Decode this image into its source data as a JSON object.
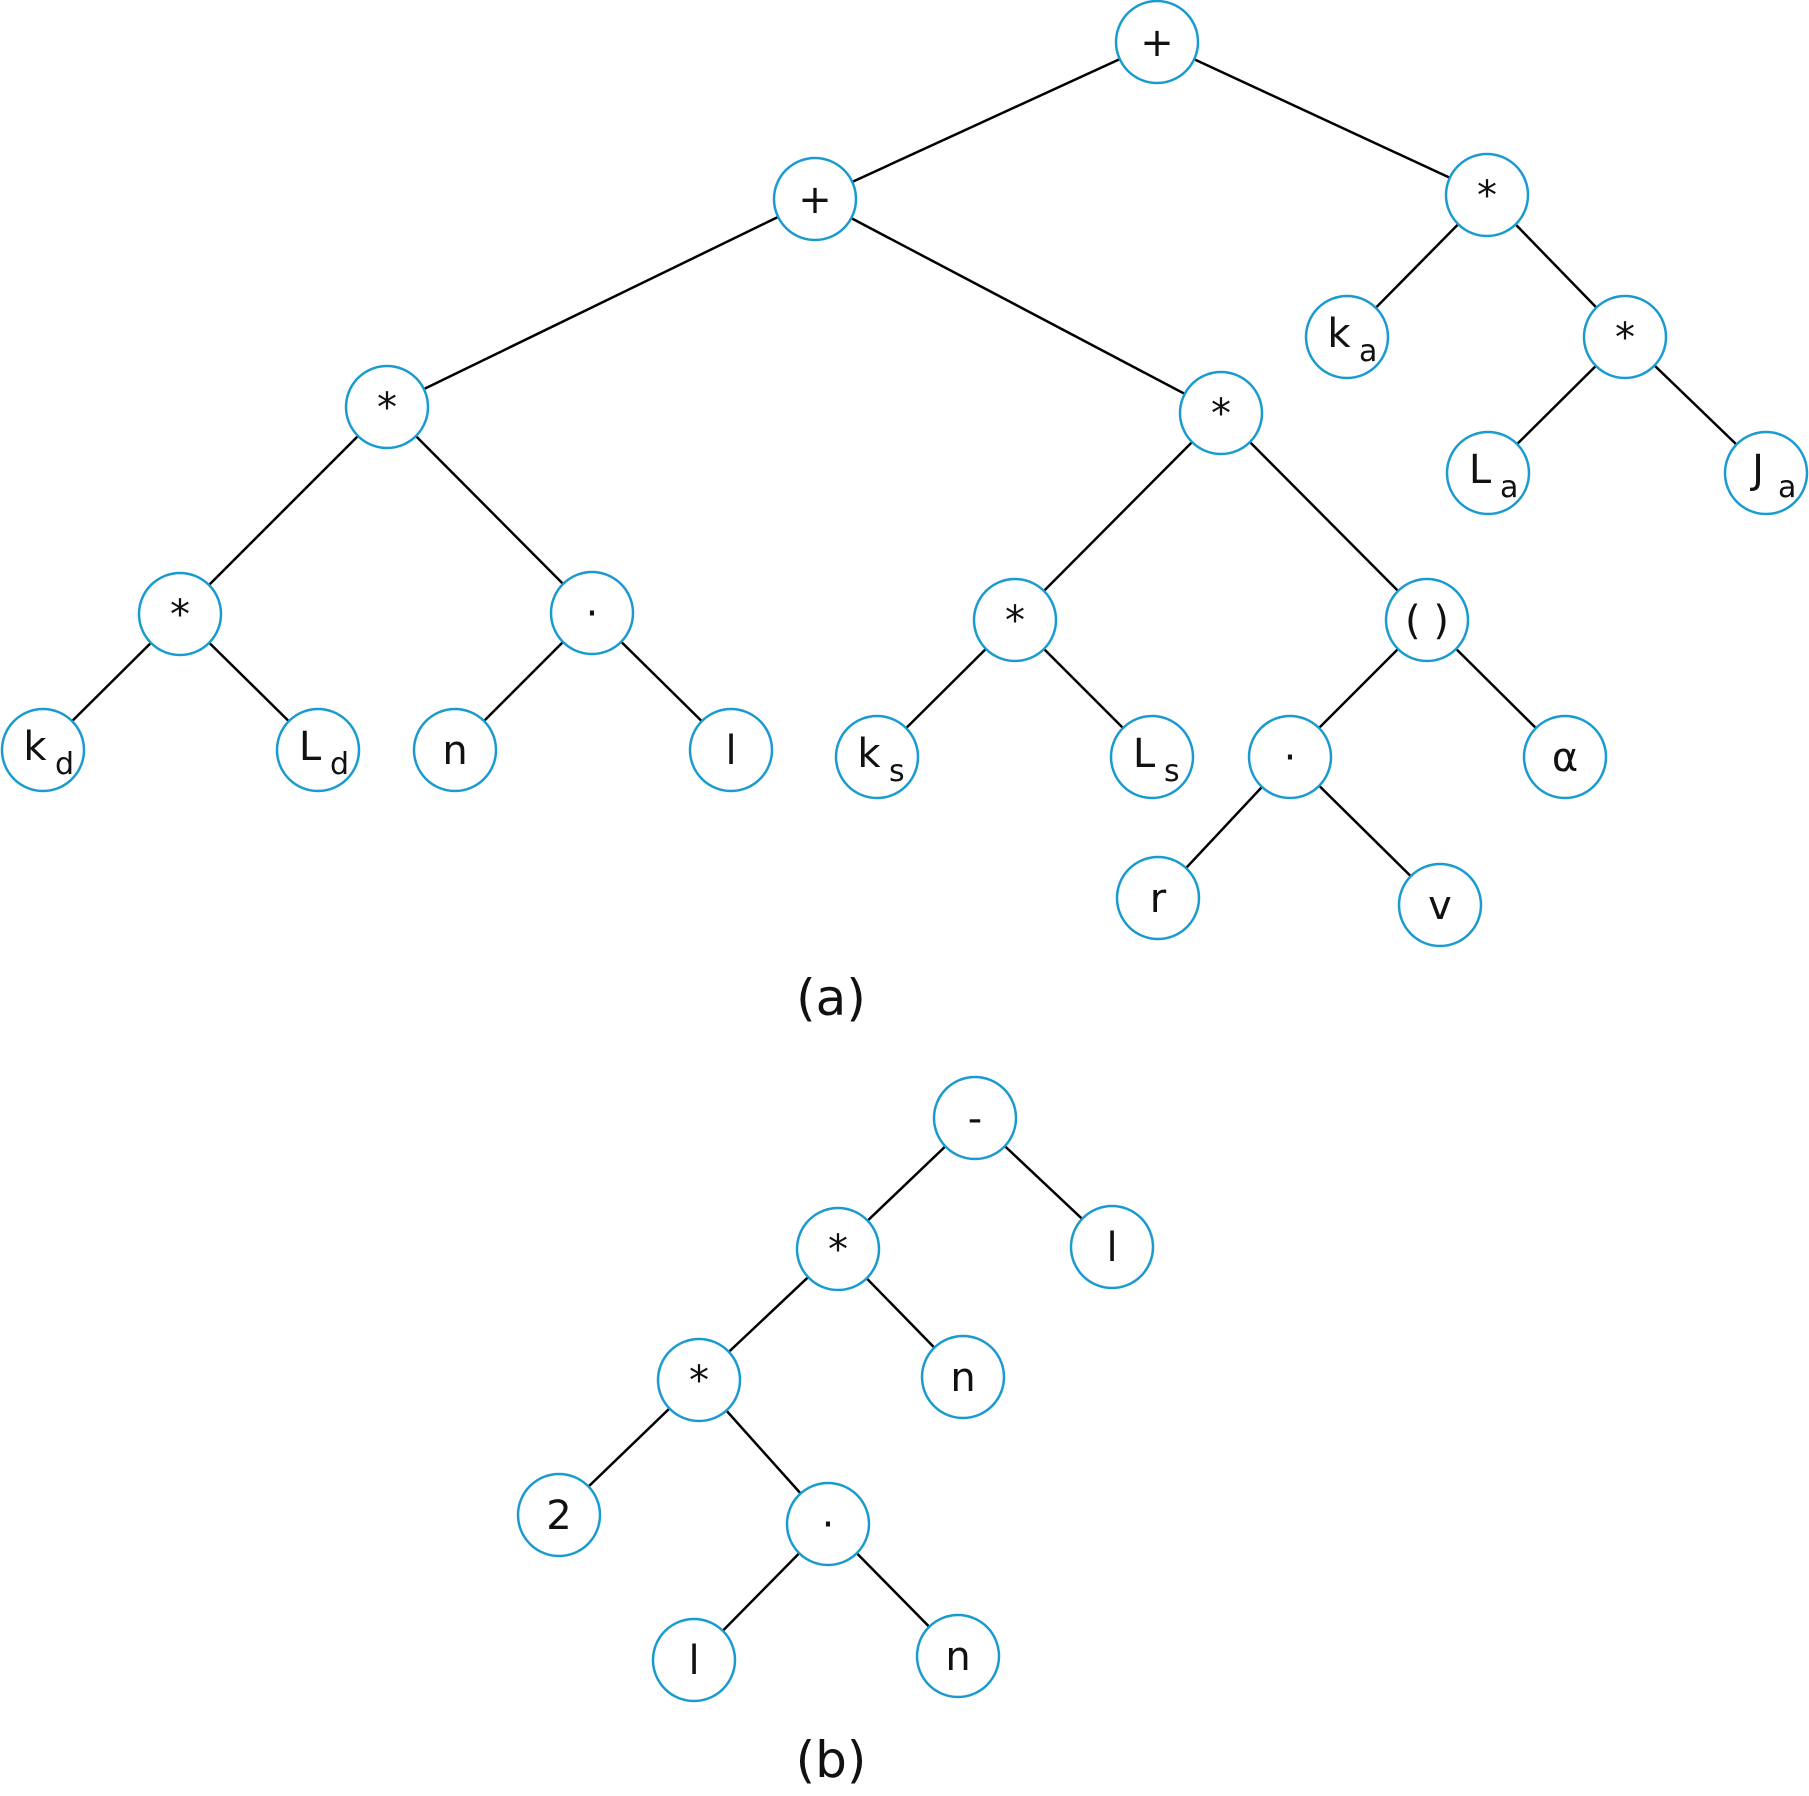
{
  "colors": {
    "node_stroke": "#1a9bd0",
    "edge": "#000000",
    "text": "#111111"
  },
  "trees": [
    {
      "id": "a",
      "caption": "(a)",
      "nodes": [
        {
          "id": "a1",
          "label": "+",
          "sub": ""
        },
        {
          "id": "a2",
          "label": "+",
          "sub": ""
        },
        {
          "id": "a3",
          "label": "*",
          "sub": ""
        },
        {
          "id": "a4",
          "label": "k",
          "sub": "a"
        },
        {
          "id": "a5",
          "label": "*",
          "sub": ""
        },
        {
          "id": "a6",
          "label": "L",
          "sub": "a"
        },
        {
          "id": "a7",
          "label": "J",
          "sub": "a"
        },
        {
          "id": "a8",
          "label": "*",
          "sub": ""
        },
        {
          "id": "a9",
          "label": "*",
          "sub": ""
        },
        {
          "id": "a10",
          "label": "*",
          "sub": ""
        },
        {
          "id": "a11",
          "label": "·",
          "sub": ""
        },
        {
          "id": "a12",
          "label": "k",
          "sub": "d"
        },
        {
          "id": "a13",
          "label": "L",
          "sub": "d"
        },
        {
          "id": "a14",
          "label": "n",
          "sub": ""
        },
        {
          "id": "a15",
          "label": "l",
          "sub": ""
        },
        {
          "id": "a16",
          "label": "*",
          "sub": ""
        },
        {
          "id": "a17",
          "label": "( )",
          "sub": ""
        },
        {
          "id": "a18",
          "label": "k",
          "sub": "s"
        },
        {
          "id": "a19",
          "label": "L",
          "sub": "s"
        },
        {
          "id": "a20",
          "label": "·",
          "sub": ""
        },
        {
          "id": "a21",
          "label": "α",
          "sub": ""
        },
        {
          "id": "a22",
          "label": "r",
          "sub": ""
        },
        {
          "id": "a23",
          "label": "v",
          "sub": ""
        }
      ],
      "edges": [
        [
          "a1",
          "a2"
        ],
        [
          "a1",
          "a3"
        ],
        [
          "a3",
          "a4"
        ],
        [
          "a3",
          "a5"
        ],
        [
          "a5",
          "a6"
        ],
        [
          "a5",
          "a7"
        ],
        [
          "a2",
          "a8"
        ],
        [
          "a2",
          "a9"
        ],
        [
          "a8",
          "a10"
        ],
        [
          "a8",
          "a11"
        ],
        [
          "a10",
          "a12"
        ],
        [
          "a10",
          "a13"
        ],
        [
          "a11",
          "a14"
        ],
        [
          "a11",
          "a15"
        ],
        [
          "a9",
          "a16"
        ],
        [
          "a9",
          "a17"
        ],
        [
          "a16",
          "a18"
        ],
        [
          "a16",
          "a19"
        ],
        [
          "a17",
          "a20"
        ],
        [
          "a17",
          "a21"
        ],
        [
          "a20",
          "a22"
        ],
        [
          "a20",
          "a23"
        ]
      ]
    },
    {
      "id": "b",
      "caption": "(b)",
      "nodes": [
        {
          "id": "b1",
          "label": "-",
          "sub": ""
        },
        {
          "id": "b2",
          "label": "*",
          "sub": ""
        },
        {
          "id": "b3",
          "label": "l",
          "sub": ""
        },
        {
          "id": "b4",
          "label": "*",
          "sub": ""
        },
        {
          "id": "b5",
          "label": "n",
          "sub": ""
        },
        {
          "id": "b6",
          "label": "2",
          "sub": ""
        },
        {
          "id": "b7",
          "label": "·",
          "sub": ""
        },
        {
          "id": "b8",
          "label": "l",
          "sub": ""
        },
        {
          "id": "b9",
          "label": "n",
          "sub": ""
        }
      ],
      "edges": [
        [
          "b1",
          "b2"
        ],
        [
          "b1",
          "b3"
        ],
        [
          "b2",
          "b4"
        ],
        [
          "b2",
          "b5"
        ],
        [
          "b4",
          "b6"
        ],
        [
          "b4",
          "b7"
        ],
        [
          "b7",
          "b8"
        ],
        [
          "b7",
          "b9"
        ]
      ]
    }
  ]
}
